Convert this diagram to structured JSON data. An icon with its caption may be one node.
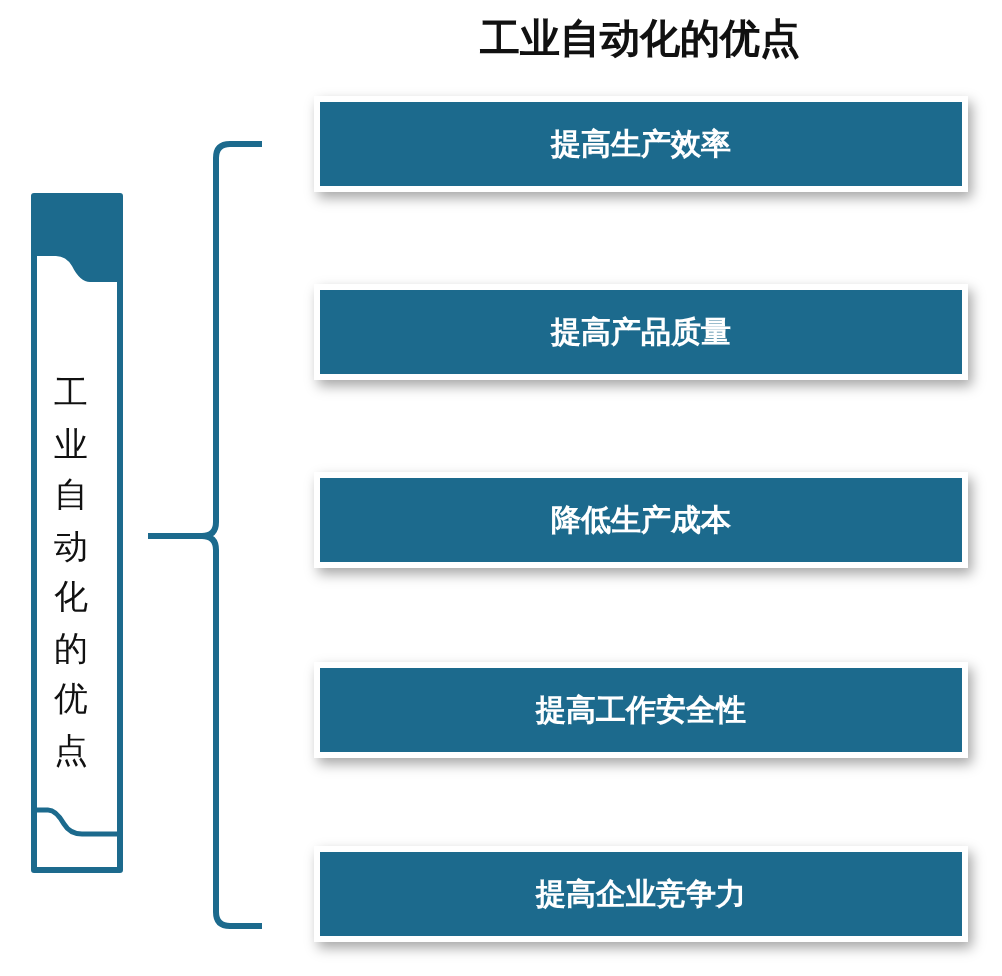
{
  "diagram": {
    "title": "工业自动化的优点",
    "nodes": [
      {
        "text": [
          "工业自动化的优点"
        ]
      },
      {
        "text": [
          "提高生产效率"
        ]
      },
      {
        "text": [
          "提高产品质量"
        ]
      },
      {
        "text": [
          "降低生产成本"
        ]
      },
      {
        "text": [
          "提高工作安全性"
        ]
      },
      {
        "text": [
          "提高企业竞争力"
        ]
      }
    ]
  }
}
